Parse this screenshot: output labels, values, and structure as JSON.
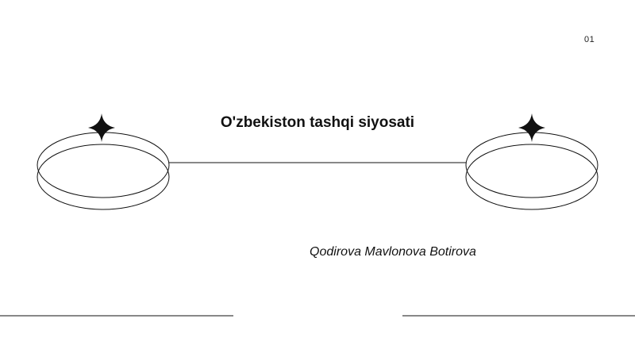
{
  "slide": {
    "page_number": "01",
    "title": "O'zbekiston tashqi siyosati",
    "authors": "Qodirova Mavlonova Botirova"
  },
  "colors": {
    "background": "#ffffff",
    "ink": "#111111"
  },
  "icons": [
    "sparkle-star-icon",
    "orbit-ring-icon"
  ]
}
